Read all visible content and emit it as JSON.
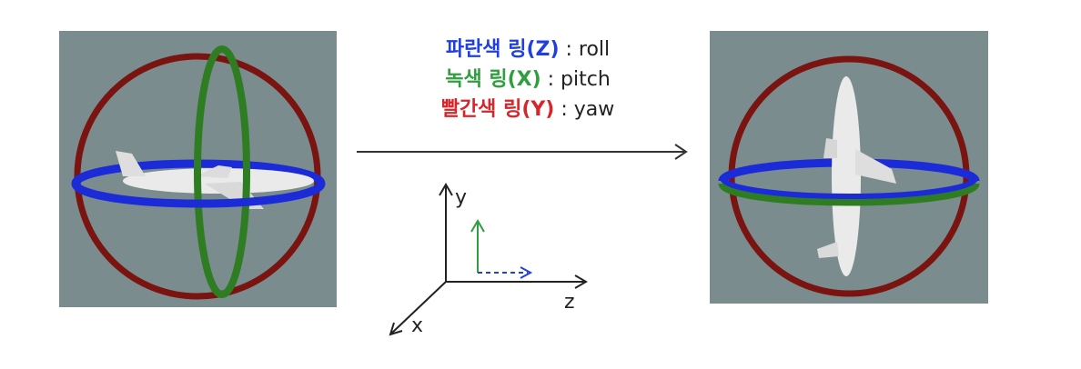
{
  "legend": {
    "lines": [
      {
        "ring": "파란색 링(Z)",
        "desc": " : roll",
        "color": "#1f3fe0"
      },
      {
        "ring": "녹색 링(X)",
        "desc": " : pitch",
        "color": "#2e9e3e"
      },
      {
        "ring": "빨간색 링(Y)",
        "desc": " : yaw",
        "color": "#d7262b"
      }
    ]
  },
  "axes": {
    "y": "y",
    "z": "z",
    "x": "x"
  },
  "colors": {
    "panel_bg": "#7b8c8e",
    "red_ring": "#7a1410",
    "green_ring": "#2f7d22",
    "blue_ring": "#1c2bd8",
    "plane": "#e9e9e9"
  }
}
